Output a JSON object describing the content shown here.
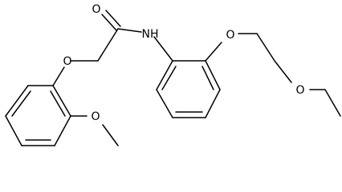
{
  "molecule": {
    "atom_labels": {
      "carbonyl_o": "O",
      "amide_n": "NH",
      "ether_o_left": "O",
      "methoxy_o": "O",
      "ether_o_right": "O",
      "ethoxy_o": "O"
    },
    "colors": {
      "bond": "#000000",
      "text": "#000000",
      "background": "#ffffff"
    }
  }
}
